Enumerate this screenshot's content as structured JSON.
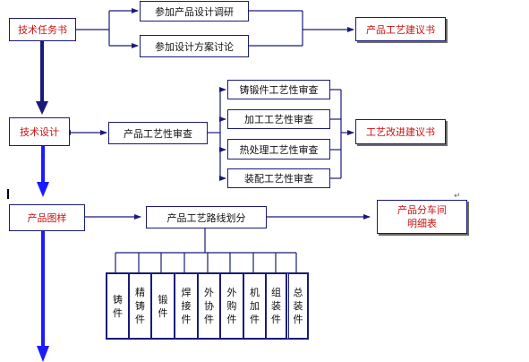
{
  "nodes": {
    "tech_task": "技术任务书",
    "participate_design_research": "参加产品设计调研",
    "participate_design_discussion": "参加设计方案讨论",
    "process_proposal": "产品工艺建议书",
    "tech_design": "技术设计",
    "process_review": "产品工艺性审查",
    "casting_review": "铸锻件工艺性审查",
    "machining_review": "加工工艺性审查",
    "heat_review": "热处理工艺性审查",
    "assembly_review": "装配工艺性审查",
    "process_improve": "工艺改进建议书",
    "product_drawing": "产品图样",
    "route_division": "产品工艺路线划分",
    "workshop_detail_line1": "产品分车间",
    "workshop_detail_line2": "明细表"
  },
  "route_items": [
    [
      "铸",
      "件"
    ],
    [
      "精",
      "铸",
      "件"
    ],
    [
      "锻",
      "件"
    ],
    [
      "焊",
      "接",
      "件"
    ],
    [
      "外",
      "协",
      "件"
    ],
    [
      "外",
      "购",
      "件"
    ],
    [
      "机",
      "加",
      "件"
    ],
    [
      "组",
      "装",
      "件"
    ],
    [
      "总",
      "装",
      "件"
    ]
  ],
  "colors": {
    "line": "#1a1a7a",
    "arrow_big": "#1a1aff",
    "arrow_dark": "#1a1a7a",
    "red_text": "#cc1010"
  }
}
